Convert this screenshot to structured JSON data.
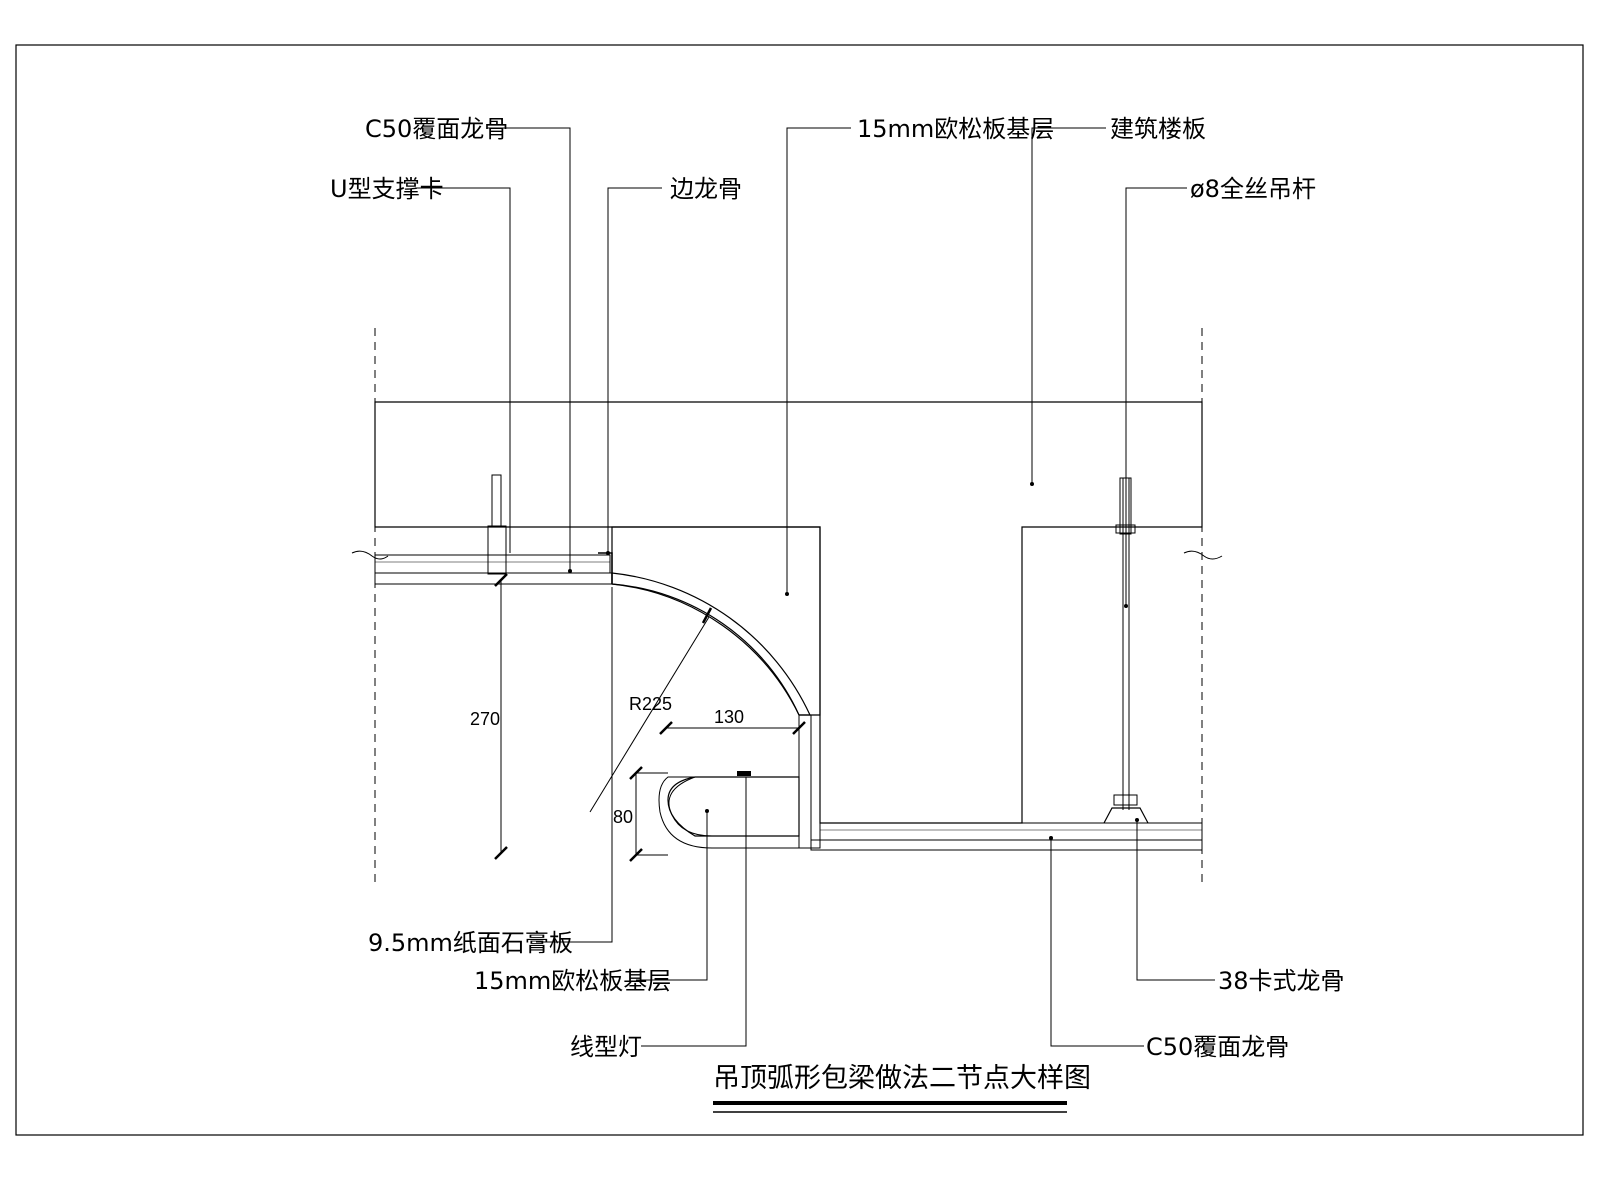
{
  "title": "吊顶弧形包梁做法二节点大样图",
  "labels": {
    "c50_top": "C50覆面龙骨",
    "u_clip": "U型支撑卡",
    "edge_keel": "边龙骨",
    "osb_top": "15mm欧松板基层",
    "floor_slab": "建筑楼板",
    "hanger_rod": "ø8全丝吊杆",
    "gypsum": "9.5mm纸面石膏板",
    "osb_bottom": "15mm欧松板基层",
    "linear_light": "线型灯",
    "keel_38": "38卡式龙骨",
    "c50_bottom": "C50覆面龙骨"
  },
  "dimensions": {
    "radius": "R225",
    "width_130": "130",
    "height_270": "270",
    "height_80": "80"
  },
  "colors": {
    "line": "#000000",
    "background": "#ffffff"
  }
}
